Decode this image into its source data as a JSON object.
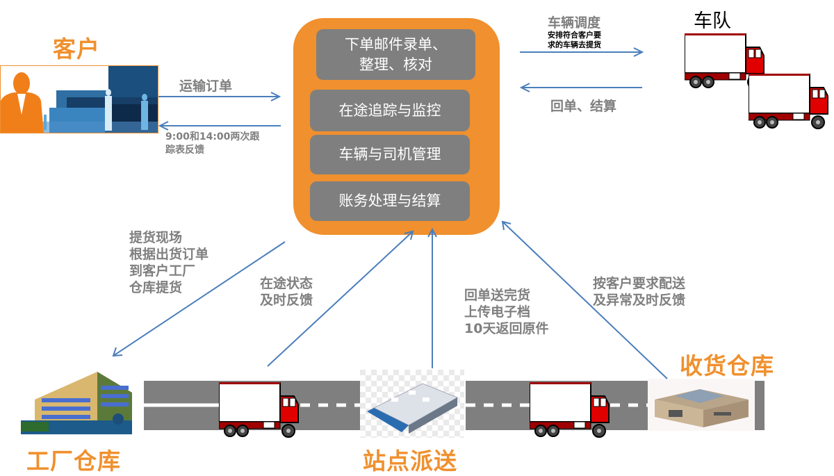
{
  "core": {
    "items": [
      {
        "label": "下单邮件录单、\n整理、核对"
      },
      {
        "label": "在途追踪与监控"
      },
      {
        "label": "车辆与司机管理"
      },
      {
        "label": "账务处理与结算"
      }
    ]
  },
  "nodes": {
    "customer": "客户",
    "fleet": "车队",
    "factory_warehouse": "工厂仓库",
    "station_dispatch": "站点派送",
    "receiving_warehouse": "收货仓库"
  },
  "flows": {
    "transport_order": "运输订单",
    "feedback_line1": "9:00和14:00两次跟",
    "feedback_line2": "踪表反馈",
    "dispatch_title": "车辆调度",
    "dispatch_sub1": "安排符合客户要",
    "dispatch_sub2": "求的车辆去提货",
    "receipt_settle": "回单、结算",
    "pickup_lines": [
      "提货现场",
      "根据出货订单",
      "到客户工厂",
      "仓库提货"
    ],
    "transit_lines": [
      "在途状态",
      "及时反馈"
    ],
    "pod_lines": [
      "回单送完货",
      "上传电子档",
      "10天返回原件"
    ],
    "delivery_lines": [
      "按客户要求配送",
      "及异常及时反馈"
    ]
  },
  "colors": {
    "accent_orange": "#f0902e",
    "box_gray": "#7f7f7f",
    "arrow_blue": "#4a7ebb",
    "text_gray": "#7f7f7f",
    "truck_red": "#e00000"
  }
}
